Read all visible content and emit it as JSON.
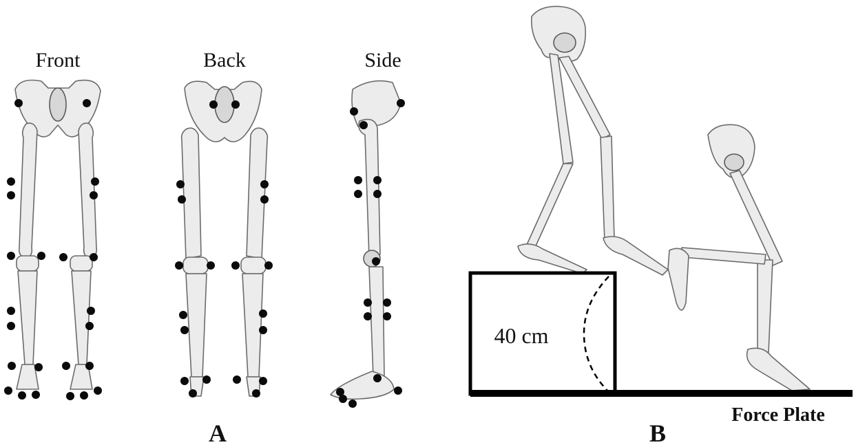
{
  "panel_a": {
    "view_front": "Front",
    "view_back": "Back",
    "view_side": "Side",
    "panel_label": "A"
  },
  "panel_b": {
    "box_height": "40 cm",
    "force_plate": "Force Plate",
    "panel_label": "B"
  },
  "colors": {
    "marker": "#0b0b0b",
    "bone_fill": "#ececec",
    "bone_stroke": "#6b6b6b",
    "line": "#000000"
  }
}
